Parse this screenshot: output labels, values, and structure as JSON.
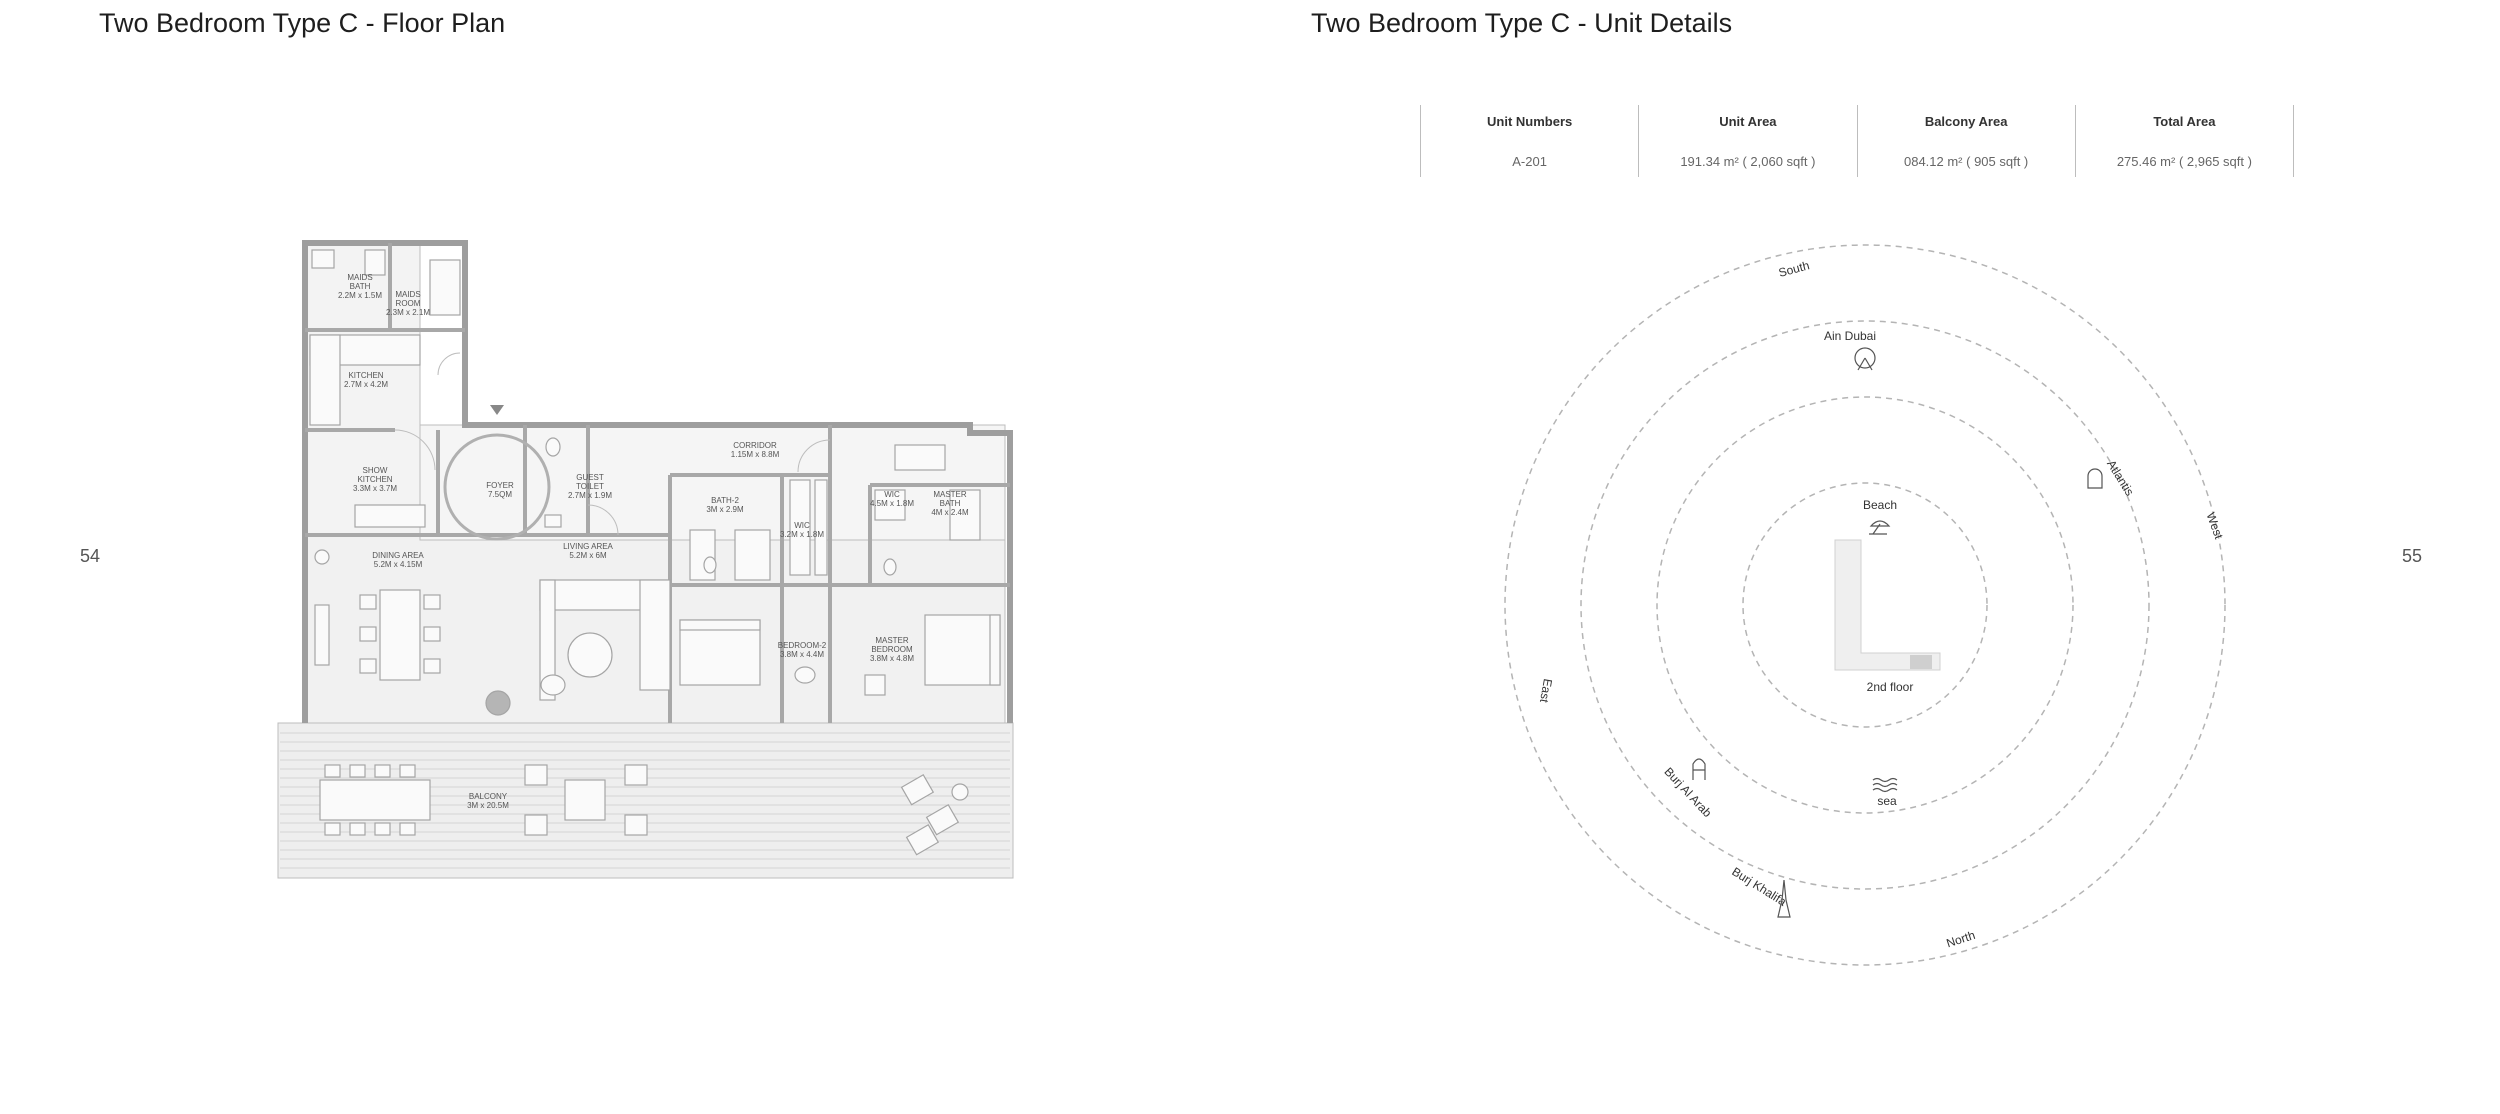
{
  "left_page": {
    "title": "Two Bedroom Type C - Floor Plan",
    "page_number": "54"
  },
  "right_page": {
    "title": "Two Bedroom Type C - Unit Details",
    "page_number": "55"
  },
  "unit_table": {
    "headers": [
      "Unit Numbers",
      "Unit Area",
      "Balcony Area",
      "Total Area"
    ],
    "values": [
      "A-201",
      "191.34 m² ( 2,060 sqft )",
      "084.12 m² ( 905 sqft )",
      "275.46 m² ( 2,965 sqft )"
    ]
  },
  "floor_plan": {
    "rooms": {
      "maids_bath": {
        "name": "MAIDS\nBATH",
        "size": "2.2M x 1.5M"
      },
      "maids_room": {
        "name": "MAIDS\nROOM",
        "size": "2.3M x 2.1M"
      },
      "kitchen": {
        "name": "KITCHEN",
        "size": "2.7M x 4.2M"
      },
      "show_kitchen": {
        "name": "SHOW\nKITCHEN",
        "size": "3.3M x 3.7M"
      },
      "foyer": {
        "name": "FOYER",
        "size": "7.5QM"
      },
      "guest_toilet": {
        "name": "GUEST\nTOILET",
        "size": "2.7M x 1.9M"
      },
      "corridor": {
        "name": "CORRIDOR",
        "size": "1.15M x 8.8M"
      },
      "bath_2": {
        "name": "BATH-2",
        "size": "3M x 2.9M"
      },
      "wic_1": {
        "name": "WIC",
        "size": "3.2M x 1.8M"
      },
      "wic_2": {
        "name": "WIC",
        "size": "4.5M x 1.8M"
      },
      "master_bath": {
        "name": "MASTER\nBATH",
        "size": "4M x 2.4M"
      },
      "dining": {
        "name": "DINING AREA",
        "size": "5.2M x 4.15M"
      },
      "living": {
        "name": "LIVING AREA",
        "size": "5.2M x 6M"
      },
      "bedroom_2": {
        "name": "BEDROOM-2",
        "size": "3.8M x 4.4M"
      },
      "master_bedroom": {
        "name": "MASTER\nBEDROOM",
        "size": "3.8M x 4.8M"
      },
      "balcony": {
        "name": "BALCONY",
        "size": "3M x 20.5M"
      }
    }
  },
  "orientation": {
    "directions": {
      "south": "South",
      "west": "West",
      "north": "North",
      "east": "East"
    },
    "landmarks": {
      "ain_dubai": "Ain Dubai",
      "atlantis": "Atlantis",
      "beach": "Beach",
      "sea": "sea",
      "burj_al_arab": "Burj Al Arab",
      "burj_khalifa": "Burj Khalifa"
    },
    "floor_label": "2nd floor"
  }
}
